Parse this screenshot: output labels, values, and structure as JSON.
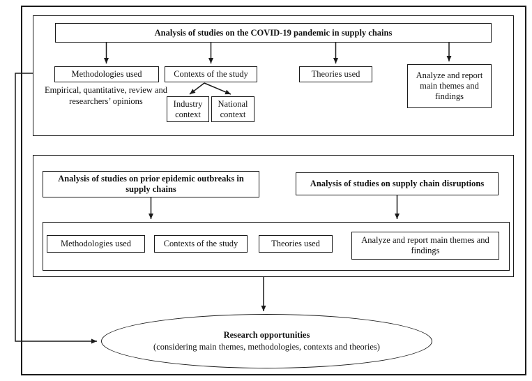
{
  "sections": {
    "covid": {
      "title": "Analysis of studies on the COVID-19 pandemic in supply chains",
      "methodologies_label": "Methodologies used",
      "methodologies_note": "Empirical, quantitative, review and researchers’ opinions",
      "contexts_label": "Contexts of the study",
      "industry_label": "Industry context",
      "national_label": "National context",
      "theories_label": "Theories used",
      "analyze_label": "Analyze and report main themes and findings"
    },
    "prior": {
      "epidemic_title": "Analysis of studies on prior epidemic outbreaks in supply chains",
      "disruption_title": "Analysis of studies on supply chain disruptions",
      "methodologies_label": "Methodologies used",
      "contexts_label": "Contexts of the study",
      "theories_label": "Theories used",
      "analyze_label": "Analyze and report main themes and findings"
    },
    "research": {
      "title": "Research opportunities",
      "subtitle": "(considering main themes, methodologies, contexts and theories)"
    }
  },
  "colors": {
    "line": "#1a1a1a",
    "background": "#ffffff"
  }
}
